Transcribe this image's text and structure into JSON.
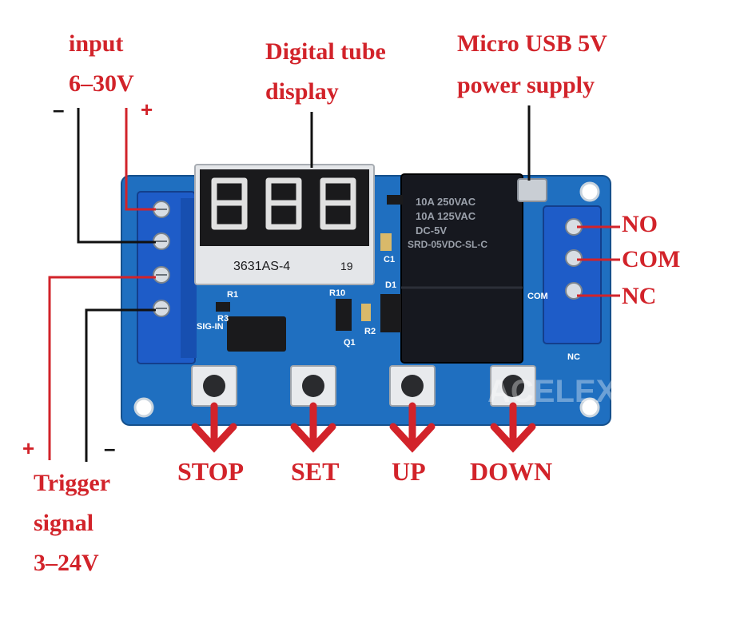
{
  "colors": {
    "annotation": "#d2232a",
    "pcb": "#1f6fc0",
    "terminal": "#1e5cc8",
    "relay": "#16181f",
    "wire_black": "#111111"
  },
  "labels": {
    "input_title": "input",
    "input_voltage": "6–30V",
    "input_minus": "–",
    "input_plus": "+",
    "display_line1": "Digital tube",
    "display_line2": "display",
    "usb_line1": "Micro USB 5V",
    "usb_line2": "power supply",
    "relay_no": "NO",
    "relay_com": "COM",
    "relay_nc": "NC",
    "trigger_plus": "+",
    "trigger_minus": "–",
    "trigger_line1": "Trigger",
    "trigger_line2": "signal",
    "trigger_line3": "3–24V",
    "button_stop": "STOP",
    "button_set": "SET",
    "button_up": "UP",
    "button_down": "DOWN"
  },
  "board": {
    "display_part": "3631AS-4",
    "display_mark": "19",
    "silk_r1": "R1",
    "silk_r3": "R3",
    "silk_r10": "R10",
    "silk_q1": "Q1",
    "silk_r2": "R2",
    "silk_c1": "C1",
    "silk_d1": "D1",
    "silk_com": "COM",
    "silk_nc": "NC",
    "silk_sig": "SIG-IN",
    "relay_text_1": "10A 250VAC",
    "relay_text_2": "10A 125VAC",
    "relay_text_3": "DC-5V",
    "relay_text_4": "SRD-05VDC-SL-C",
    "watermark": "ACELEX"
  }
}
